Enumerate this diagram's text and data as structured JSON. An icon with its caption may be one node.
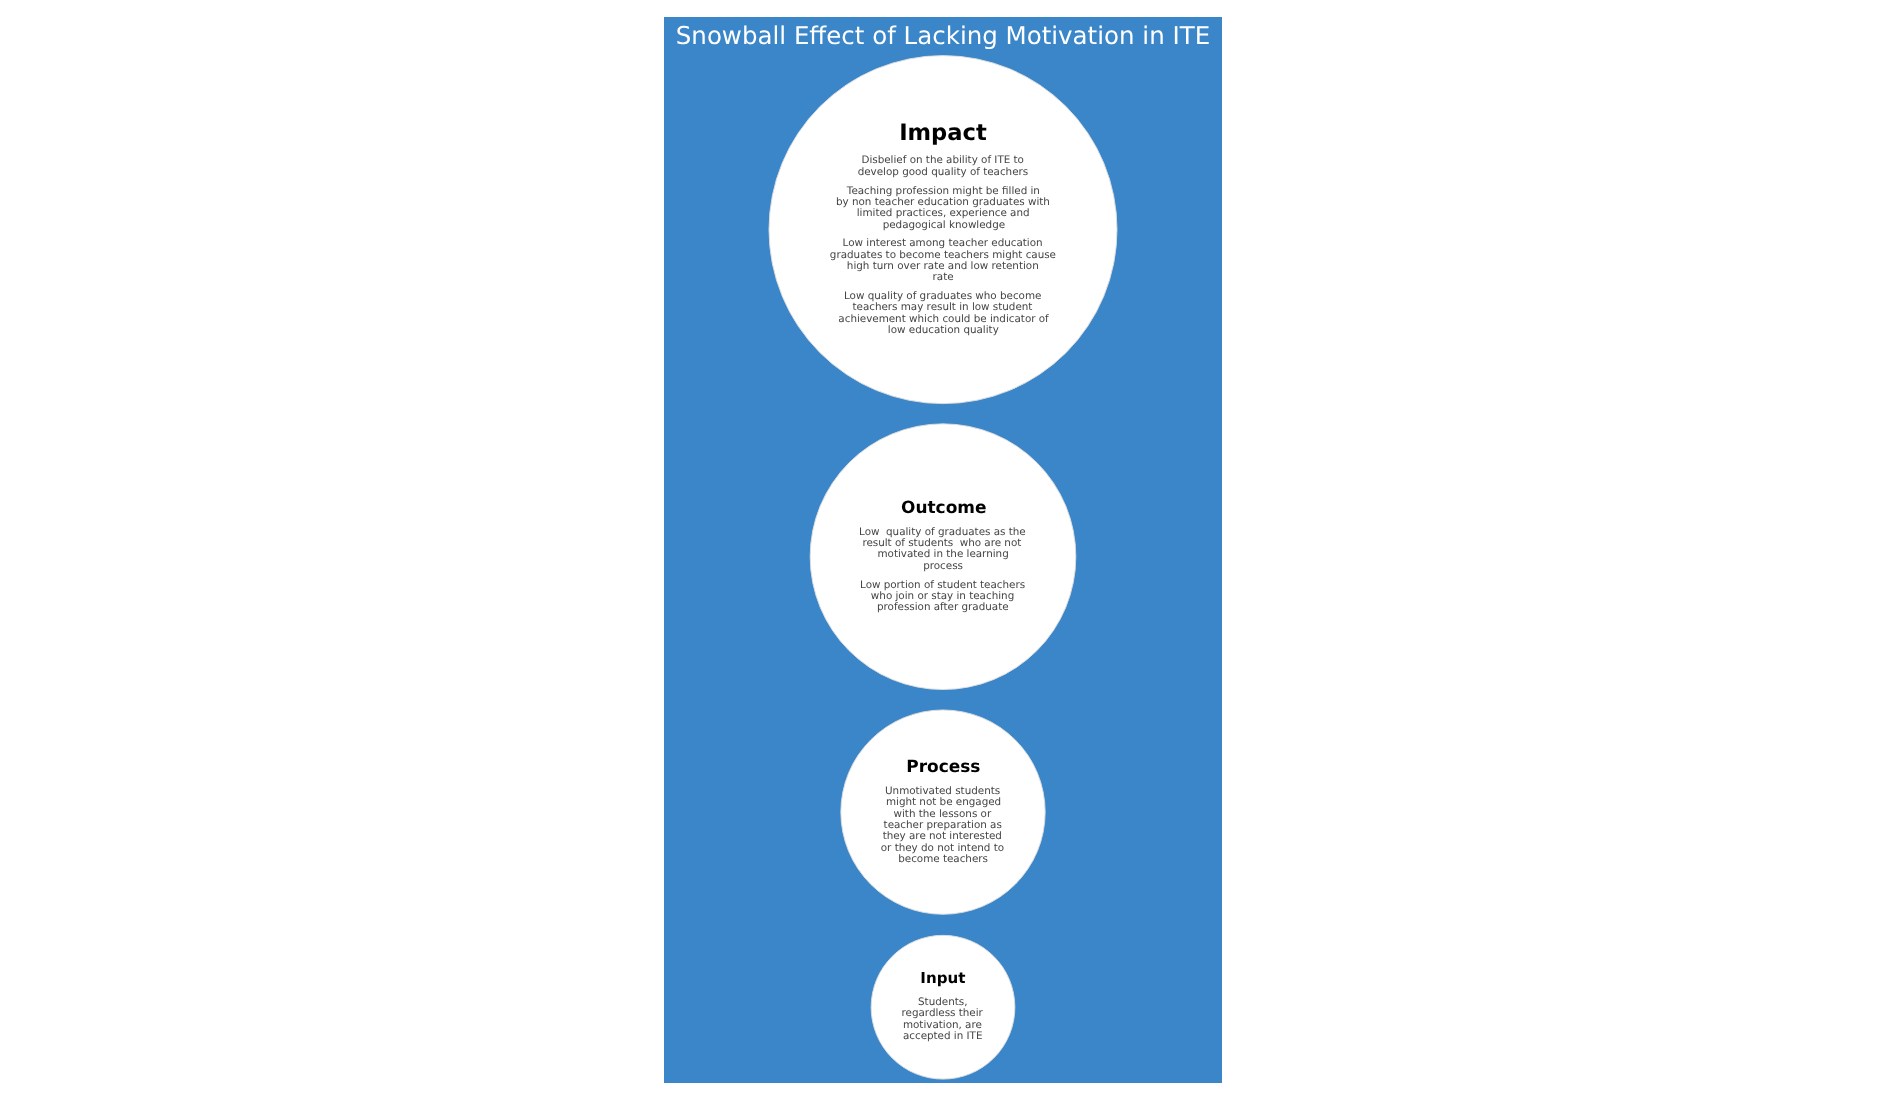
{
  "diagram": {
    "title": "Snowball Effect of Lacking Motivation in ITE",
    "nodes": [
      {
        "text": [
          "Input",
          "Students, regardless their motivation, are accepted in ITE"
        ]
      },
      {
        "text": [
          "Process",
          "Unmotivated students might not be engaged with the lessons or teacher preparation as they are not interested or they do not intend to become teachers"
        ]
      },
      {
        "text": [
          "Outcome",
          "Low  quality of graduates as the result of students  who are not motivated in the learning process",
          "Low portion of student teachers who join or stay in teaching profession after graduate"
        ]
      },
      {
        "text": [
          "Impact",
          "Disbelief on the ability of ITE to develop good quality of teachers",
          "Teaching profession might be filled in by non teacher education graduates with limited practices, experience and pedagogical knowledge",
          "Low interest among teacher education graduates to become teachers might cause high turn over rate and low retention rate",
          "Low quality of graduates who become teachers may result in low student achievement which could be indicator of low education quality"
        ]
      }
    ]
  }
}
